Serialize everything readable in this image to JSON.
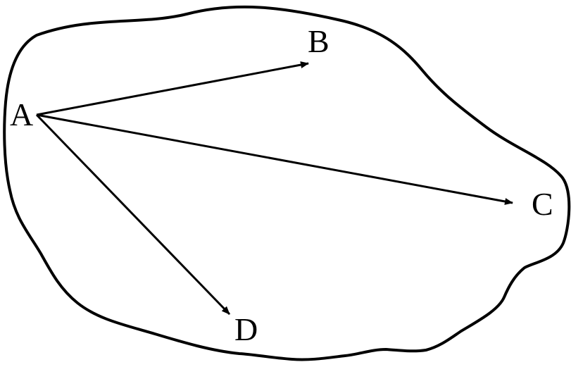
{
  "diagram": {
    "labels": {
      "a": "A",
      "b": "B",
      "c": "C",
      "d": "D"
    },
    "edges": [
      {
        "from": "A",
        "to": "B"
      },
      {
        "from": "A",
        "to": "C"
      },
      {
        "from": "A",
        "to": "D"
      }
    ],
    "colors": {
      "stroke": "#000000",
      "background": "#ffffff"
    }
  }
}
